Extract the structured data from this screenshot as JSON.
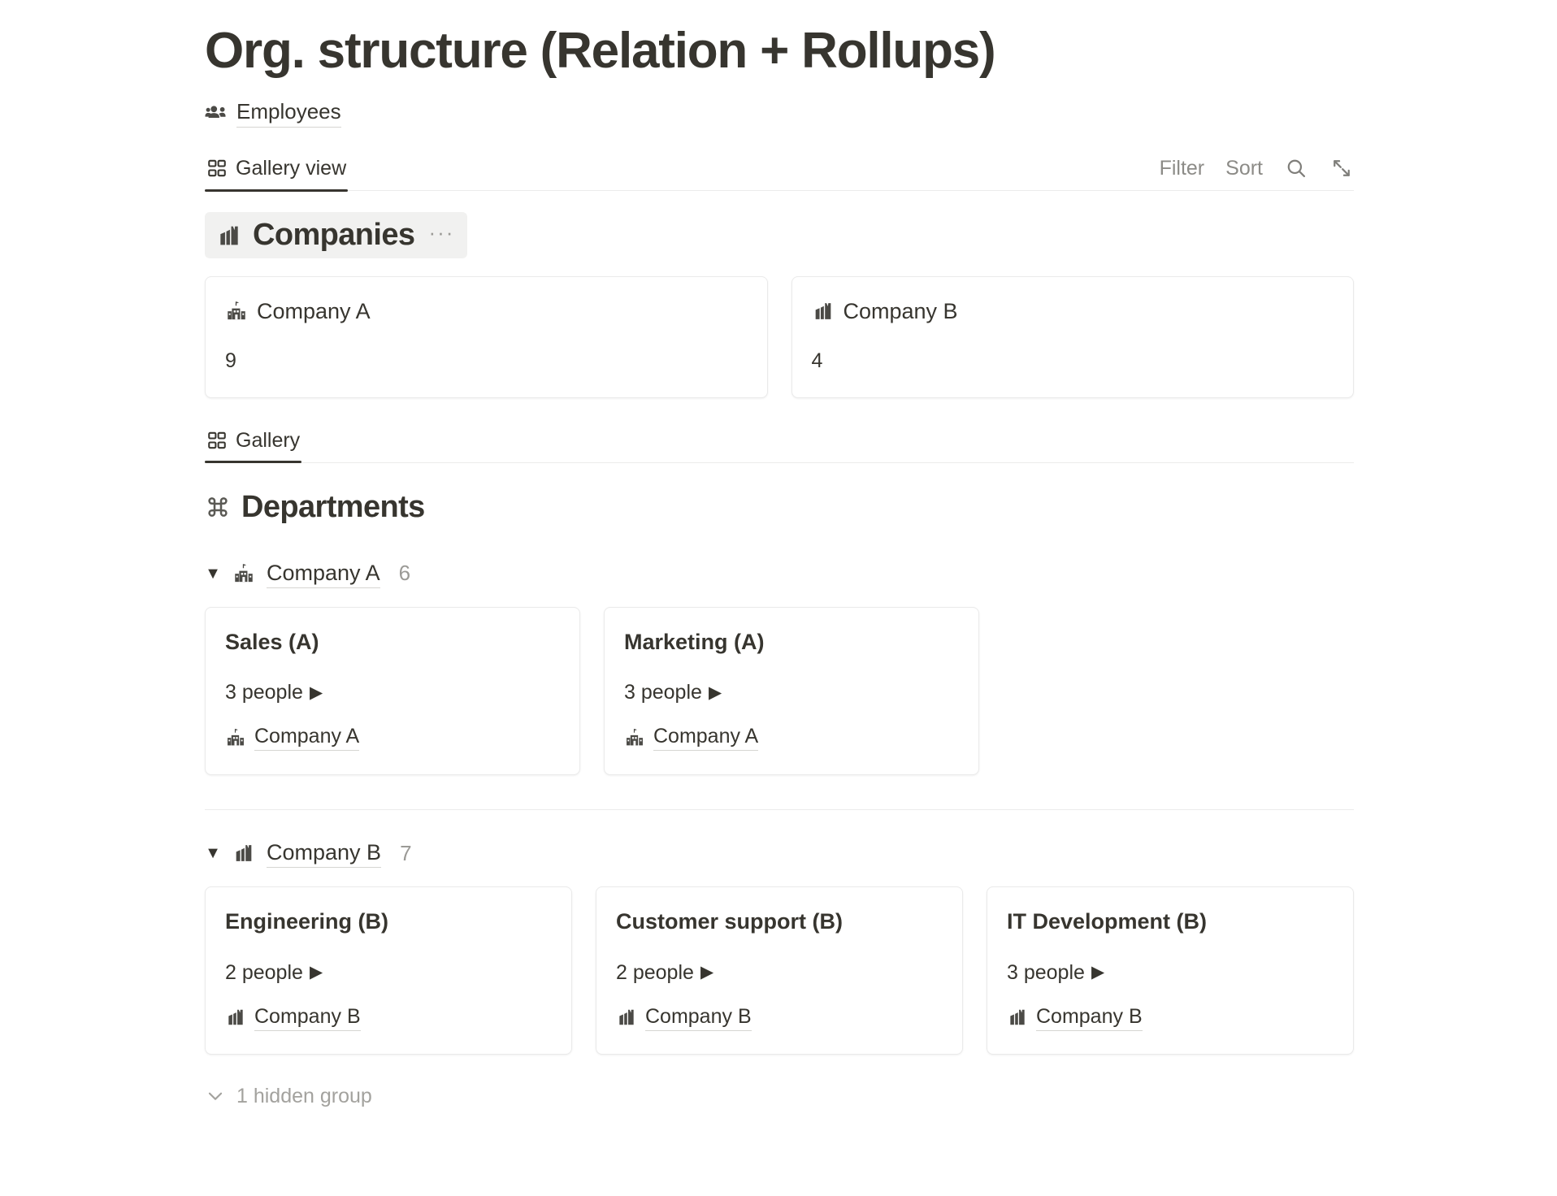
{
  "page": {
    "title": "Org. structure (Relation + Rollups)"
  },
  "breadcrumb": {
    "icon": "people-group-icon",
    "label": "Employees"
  },
  "toolbar": {
    "tabs": [
      {
        "label": "Gallery view",
        "icon": "gallery-grid-icon",
        "active": true
      }
    ],
    "filter_label": "Filter",
    "sort_label": "Sort",
    "search_icon": "search-icon",
    "expand_icon": "expand-diagonal-icon"
  },
  "companies_section": {
    "icon": "factory-building-icon",
    "title": "Companies",
    "menu_label": "···",
    "cards": [
      {
        "icon": "school-building-icon",
        "name": "Company A",
        "value": "9"
      },
      {
        "icon": "factory-building-icon",
        "name": "Company B",
        "value": "4"
      }
    ]
  },
  "gallery_tab": {
    "icon": "gallery-grid-icon",
    "label": "Gallery",
    "active": true
  },
  "departments_section": {
    "icon": "command-icon",
    "title": "Departments",
    "groups": [
      {
        "caret": "▼",
        "icon": "school-building-icon",
        "name": "Company A",
        "count": "6",
        "cards": [
          {
            "title": "Sales (A)",
            "rollup": "3 people",
            "rollup_arrow": "▶",
            "relation_icon": "school-building-icon",
            "relation": "Company A"
          },
          {
            "title": "Marketing (A)",
            "rollup": "3 people",
            "rollup_arrow": "▶",
            "relation_icon": "school-building-icon",
            "relation": "Company A"
          }
        ]
      },
      {
        "caret": "▼",
        "icon": "factory-building-icon",
        "name": "Company B",
        "count": "7",
        "cards": [
          {
            "title": "Engineering (B)",
            "rollup": "2 people",
            "rollup_arrow": "▶",
            "relation_icon": "factory-building-icon",
            "relation": "Company B"
          },
          {
            "title": "Customer support (B)",
            "rollup": "2 people",
            "rollup_arrow": "▶",
            "relation_icon": "factory-building-icon",
            "relation": "Company B"
          },
          {
            "title": "IT Development (B)",
            "rollup": "3 people",
            "rollup_arrow": "▶",
            "relation_icon": "factory-building-icon",
            "relation": "Company B"
          }
        ]
      }
    ],
    "hidden_group_label": "1 hidden group",
    "hidden_group_caret": "chevron-down-icon"
  },
  "colors": {
    "text": "#37352f",
    "muted": "#9b9a96",
    "border": "#eaeaea",
    "highlight": "#f1f1f0"
  }
}
